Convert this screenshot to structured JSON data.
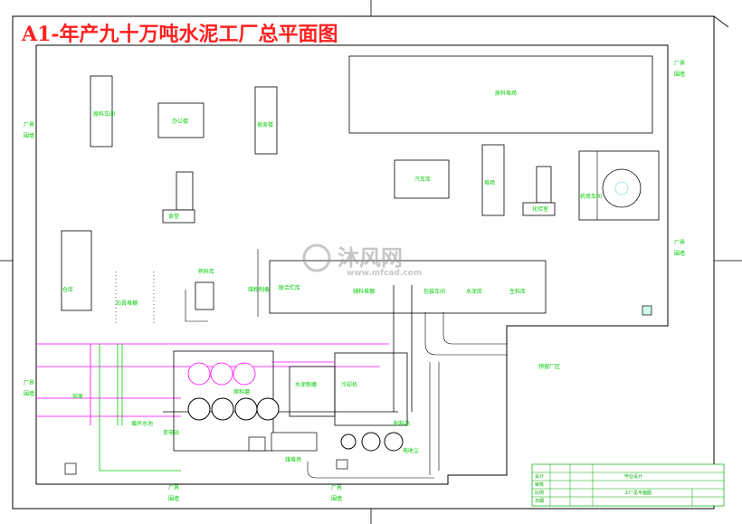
{
  "title": "A1-年产九十万吨水泥工厂总平面图",
  "watermark": {
    "brand": "沐风网",
    "url": "www.mfcad.com"
  },
  "labels": {
    "plant_boundary": "厂界",
    "plant_boundary_2": "围墙",
    "building_a": "原料车间",
    "building_b": "办公楼",
    "building_c": "宿舍楼",
    "building_d": "食堂",
    "building_e": "原料堆场",
    "building_f": "汽车库",
    "building_g": "堆场",
    "building_h": "化验室",
    "building_i": "机修车间",
    "building_j": "仓库",
    "building_k": "石膏堆棚",
    "building_l": "熟料库",
    "building_m": "联合贮库",
    "building_n": "辅料堆棚",
    "building_o": "包装车间",
    "building_p": "水泥库",
    "building_q": "生料库",
    "building_r": "煤粉制备",
    "building_s": "窑尾",
    "building_t": "循环水池",
    "building_u": "变电站",
    "building_v": "预留厂区",
    "building_w": "原料磨",
    "building_x": "水泥粉磨",
    "building_y": "冷却机",
    "building_z": "配料站",
    "building_aa": "煤堆场",
    "building_ab": "电收尘"
  },
  "title_block": {
    "drawing_name": "工厂总平面图",
    "school": "毕业设计",
    "row1": "设计",
    "row2": "审核",
    "row3": "比例",
    "row4": "日期"
  }
}
